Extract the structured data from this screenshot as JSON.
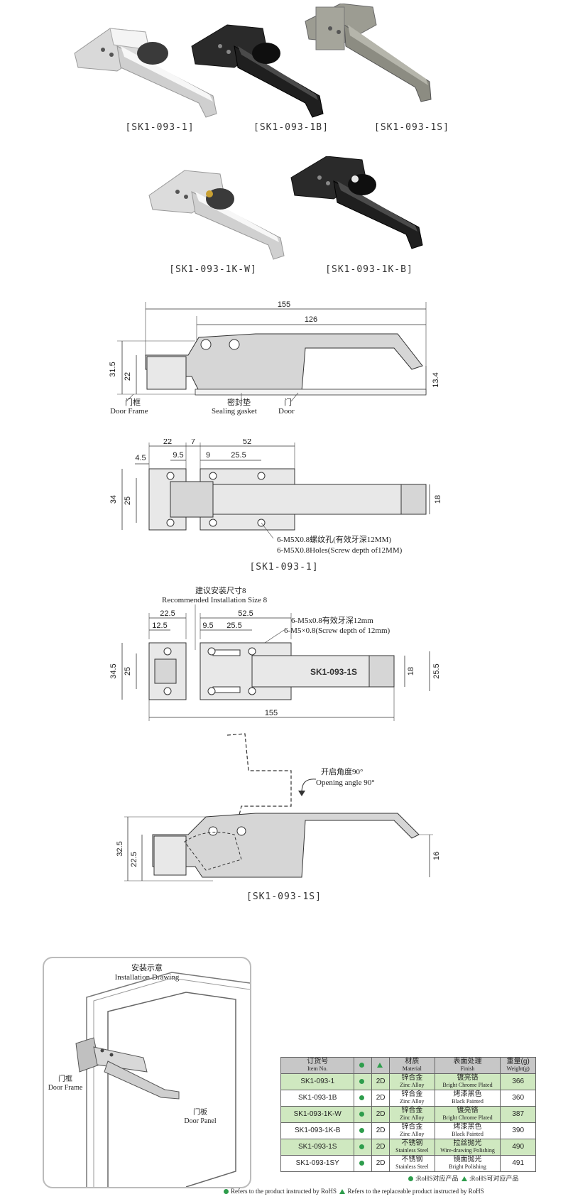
{
  "products": [
    {
      "label": "[SK1-093-1]",
      "color": "#c9c9c9"
    },
    {
      "label": "[SK1-093-1B]",
      "color": "#1e1e1e"
    },
    {
      "label": "[SK1-093-1S]",
      "color": "#8e8e84"
    },
    {
      "label": "[SK1-093-1K-W]",
      "color": "#cfcfcf"
    },
    {
      "label": "[SK1-093-1K-B]",
      "color": "#1e1e1e"
    }
  ],
  "drawing1": {
    "dims": {
      "d155": "155",
      "d126": "126",
      "d315": "31.5",
      "d22": "22",
      "d134": "13.4"
    },
    "labels": {
      "door_frame_cn": "门框",
      "door_frame_en": "Door Frame",
      "gasket_cn": "密封垫",
      "gasket_en": "Sealing gasket",
      "door_cn": "门",
      "door_en": "Door"
    }
  },
  "drawing2": {
    "dims": {
      "d22": "22",
      "d7": "7",
      "d52": "52",
      "d45": "4.5",
      "d95": "9.5",
      "d9": "9",
      "d255": "25.5",
      "d34": "34",
      "d25": "25",
      "d18": "18"
    },
    "holes_cn": "6-M5X0.8螺纹孔(有效牙深12MM)",
    "holes_en": "6-M5X0.8Holes(Screw depth of12MM)",
    "caption": "[SK1-093-1]"
  },
  "drawing3": {
    "install_cn": "建议安装尺寸8",
    "install_en": "Recommended Installation Size 8",
    "dims": {
      "d225": "22.5",
      "d525": "52.5",
      "d125": "12.5",
      "d95": "9.5",
      "d255a": "25.5",
      "d345": "34.5",
      "d25": "25",
      "d18": "18",
      "d255b": "25.5",
      "d155": "155"
    },
    "holes_cn": "6-M5x0.8有效牙深12mm",
    "holes_en": "6-M5×0.8(Screw depth of 12mm)",
    "stamp": "SK1-093-1S"
  },
  "drawing4": {
    "angle_cn": "开启角度90°",
    "angle_en": "Opening angle 90°",
    "dims": {
      "d325": "32.5",
      "d225": "22.5",
      "d16": "16"
    },
    "caption": "[SK1-093-1S]"
  },
  "install": {
    "title_cn": "安装示意",
    "title_en": "Installation Drawing",
    "frame_cn": "门框",
    "frame_en": "Door Frame",
    "panel_cn": "门板",
    "panel_en": "Door Panel"
  },
  "table": {
    "headers": {
      "item_cn": "订货号",
      "item_en": "Item No.",
      "material_cn": "材质",
      "material_en": "Material",
      "finish_cn": "表面处理",
      "finish_en": "Finish",
      "weight_cn": "重量(g)",
      "weight_en": "Weight(g)"
    },
    "rows": [
      {
        "item": "SK1-093-1",
        "rohs": "2D",
        "mat_cn": "锌合金",
        "mat_en": "Zinc Alloy",
        "fin_cn": "镀亮铬",
        "fin_en": "Bright Chrome Plated",
        "weight": "366"
      },
      {
        "item": "SK1-093-1B",
        "rohs": "2D",
        "mat_cn": "锌合金",
        "mat_en": "Zinc Alloy",
        "fin_cn": "烤漆黑色",
        "fin_en": "Black Painted",
        "weight": "360"
      },
      {
        "item": "SK1-093-1K-W",
        "rohs": "2D",
        "mat_cn": "锌合金",
        "mat_en": "Zinc Alloy",
        "fin_cn": "镀亮铬",
        "fin_en": "Bright Chrome Plated",
        "weight": "387"
      },
      {
        "item": "SK1-093-1K-B",
        "rohs": "2D",
        "mat_cn": "锌合金",
        "mat_en": "Zinc Alloy",
        "fin_cn": "烤漆黑色",
        "fin_en": "Black Painted",
        "weight": "390"
      },
      {
        "item": "SK1-093-1S",
        "rohs": "2D",
        "mat_cn": "不锈钢",
        "mat_en": "Stainless Steel",
        "fin_cn": "拉丝抛光",
        "fin_en": "Wire-drawing Polishing",
        "weight": "490"
      },
      {
        "item": "SK1-093-1SY",
        "rohs": "2D",
        "mat_cn": "不锈钢",
        "mat_en": "Stainless Steel",
        "fin_cn": "镜面抛光",
        "fin_en": "Bright Polishing",
        "weight": "491"
      }
    ],
    "legend_rohs_cn": ":RoHS对应产品",
    "legend_rohs_replace_cn": ":RoHS可对应产品",
    "legend_rohs_en": "Refers to the product instructed by RoHS",
    "legend_replace_en": "Refers to the replaceable product instructed by RoHS"
  }
}
